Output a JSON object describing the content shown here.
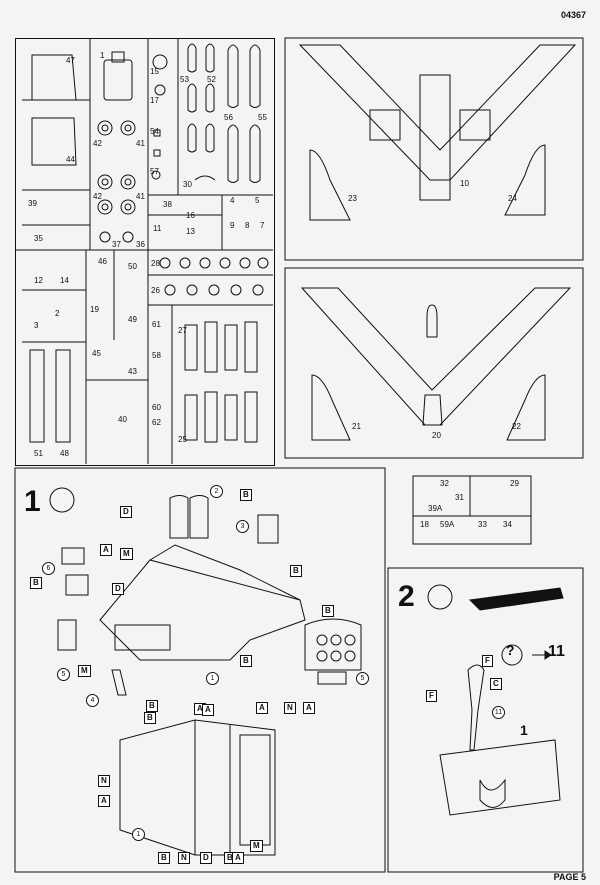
{
  "header": {
    "catalog_number": "04367"
  },
  "footer": {
    "page_label": "PAGE 5"
  },
  "sprue_panel": {
    "parts": [
      {
        "n": "47"
      },
      {
        "n": "44"
      },
      {
        "n": "39"
      },
      {
        "n": "35"
      },
      {
        "n": "1"
      },
      {
        "n": "42"
      },
      {
        "n": "41"
      },
      {
        "n": "42"
      },
      {
        "n": "41"
      },
      {
        "n": "37"
      },
      {
        "n": "36"
      },
      {
        "n": "15"
      },
      {
        "n": "17"
      },
      {
        "n": "54"
      },
      {
        "n": "57"
      },
      {
        "n": "53"
      },
      {
        "n": "52"
      },
      {
        "n": "56"
      },
      {
        "n": "55"
      },
      {
        "n": "30"
      },
      {
        "n": "38"
      },
      {
        "n": "16"
      },
      {
        "n": "13"
      },
      {
        "n": "11"
      },
      {
        "n": "4"
      },
      {
        "n": "5"
      },
      {
        "n": "9"
      },
      {
        "n": "8"
      },
      {
        "n": "7"
      },
      {
        "n": "12"
      },
      {
        "n": "14"
      },
      {
        "n": "3"
      },
      {
        "n": "2"
      },
      {
        "n": "46"
      },
      {
        "n": "19"
      },
      {
        "n": "50"
      },
      {
        "n": "49"
      },
      {
        "n": "45"
      },
      {
        "n": "43"
      },
      {
        "n": "61"
      },
      {
        "n": "58"
      },
      {
        "n": "40"
      },
      {
        "n": "60"
      },
      {
        "n": "62"
      },
      {
        "n": "28"
      },
      {
        "n": "26"
      },
      {
        "n": "27"
      },
      {
        "n": "25"
      },
      {
        "n": "51"
      },
      {
        "n": "48"
      }
    ]
  },
  "wing_panels": {
    "upper": [
      "23",
      "10",
      "24"
    ],
    "lower": [
      "21",
      "20",
      "22"
    ]
  },
  "small_box": {
    "items": [
      "32",
      "31",
      "39A",
      "29",
      "18",
      "59A",
      "33",
      "34"
    ]
  },
  "step1": {
    "number": "1",
    "callouts": [
      "D",
      "B",
      "M",
      "A",
      "B",
      "D",
      "B",
      "B",
      "M",
      "B",
      "A",
      "N",
      "A",
      "B",
      "A",
      "N",
      "A",
      "B",
      "D",
      "B",
      "M",
      "A",
      "N",
      "A",
      "B"
    ],
    "parts": [
      "2",
      "3",
      "6",
      "5",
      "4",
      "1",
      "5",
      "1"
    ]
  },
  "step2": {
    "number": "2",
    "ref_target": "11",
    "callouts": [
      "F",
      "C",
      "F"
    ],
    "parts": [
      "11",
      "1"
    ],
    "question": "?"
  }
}
